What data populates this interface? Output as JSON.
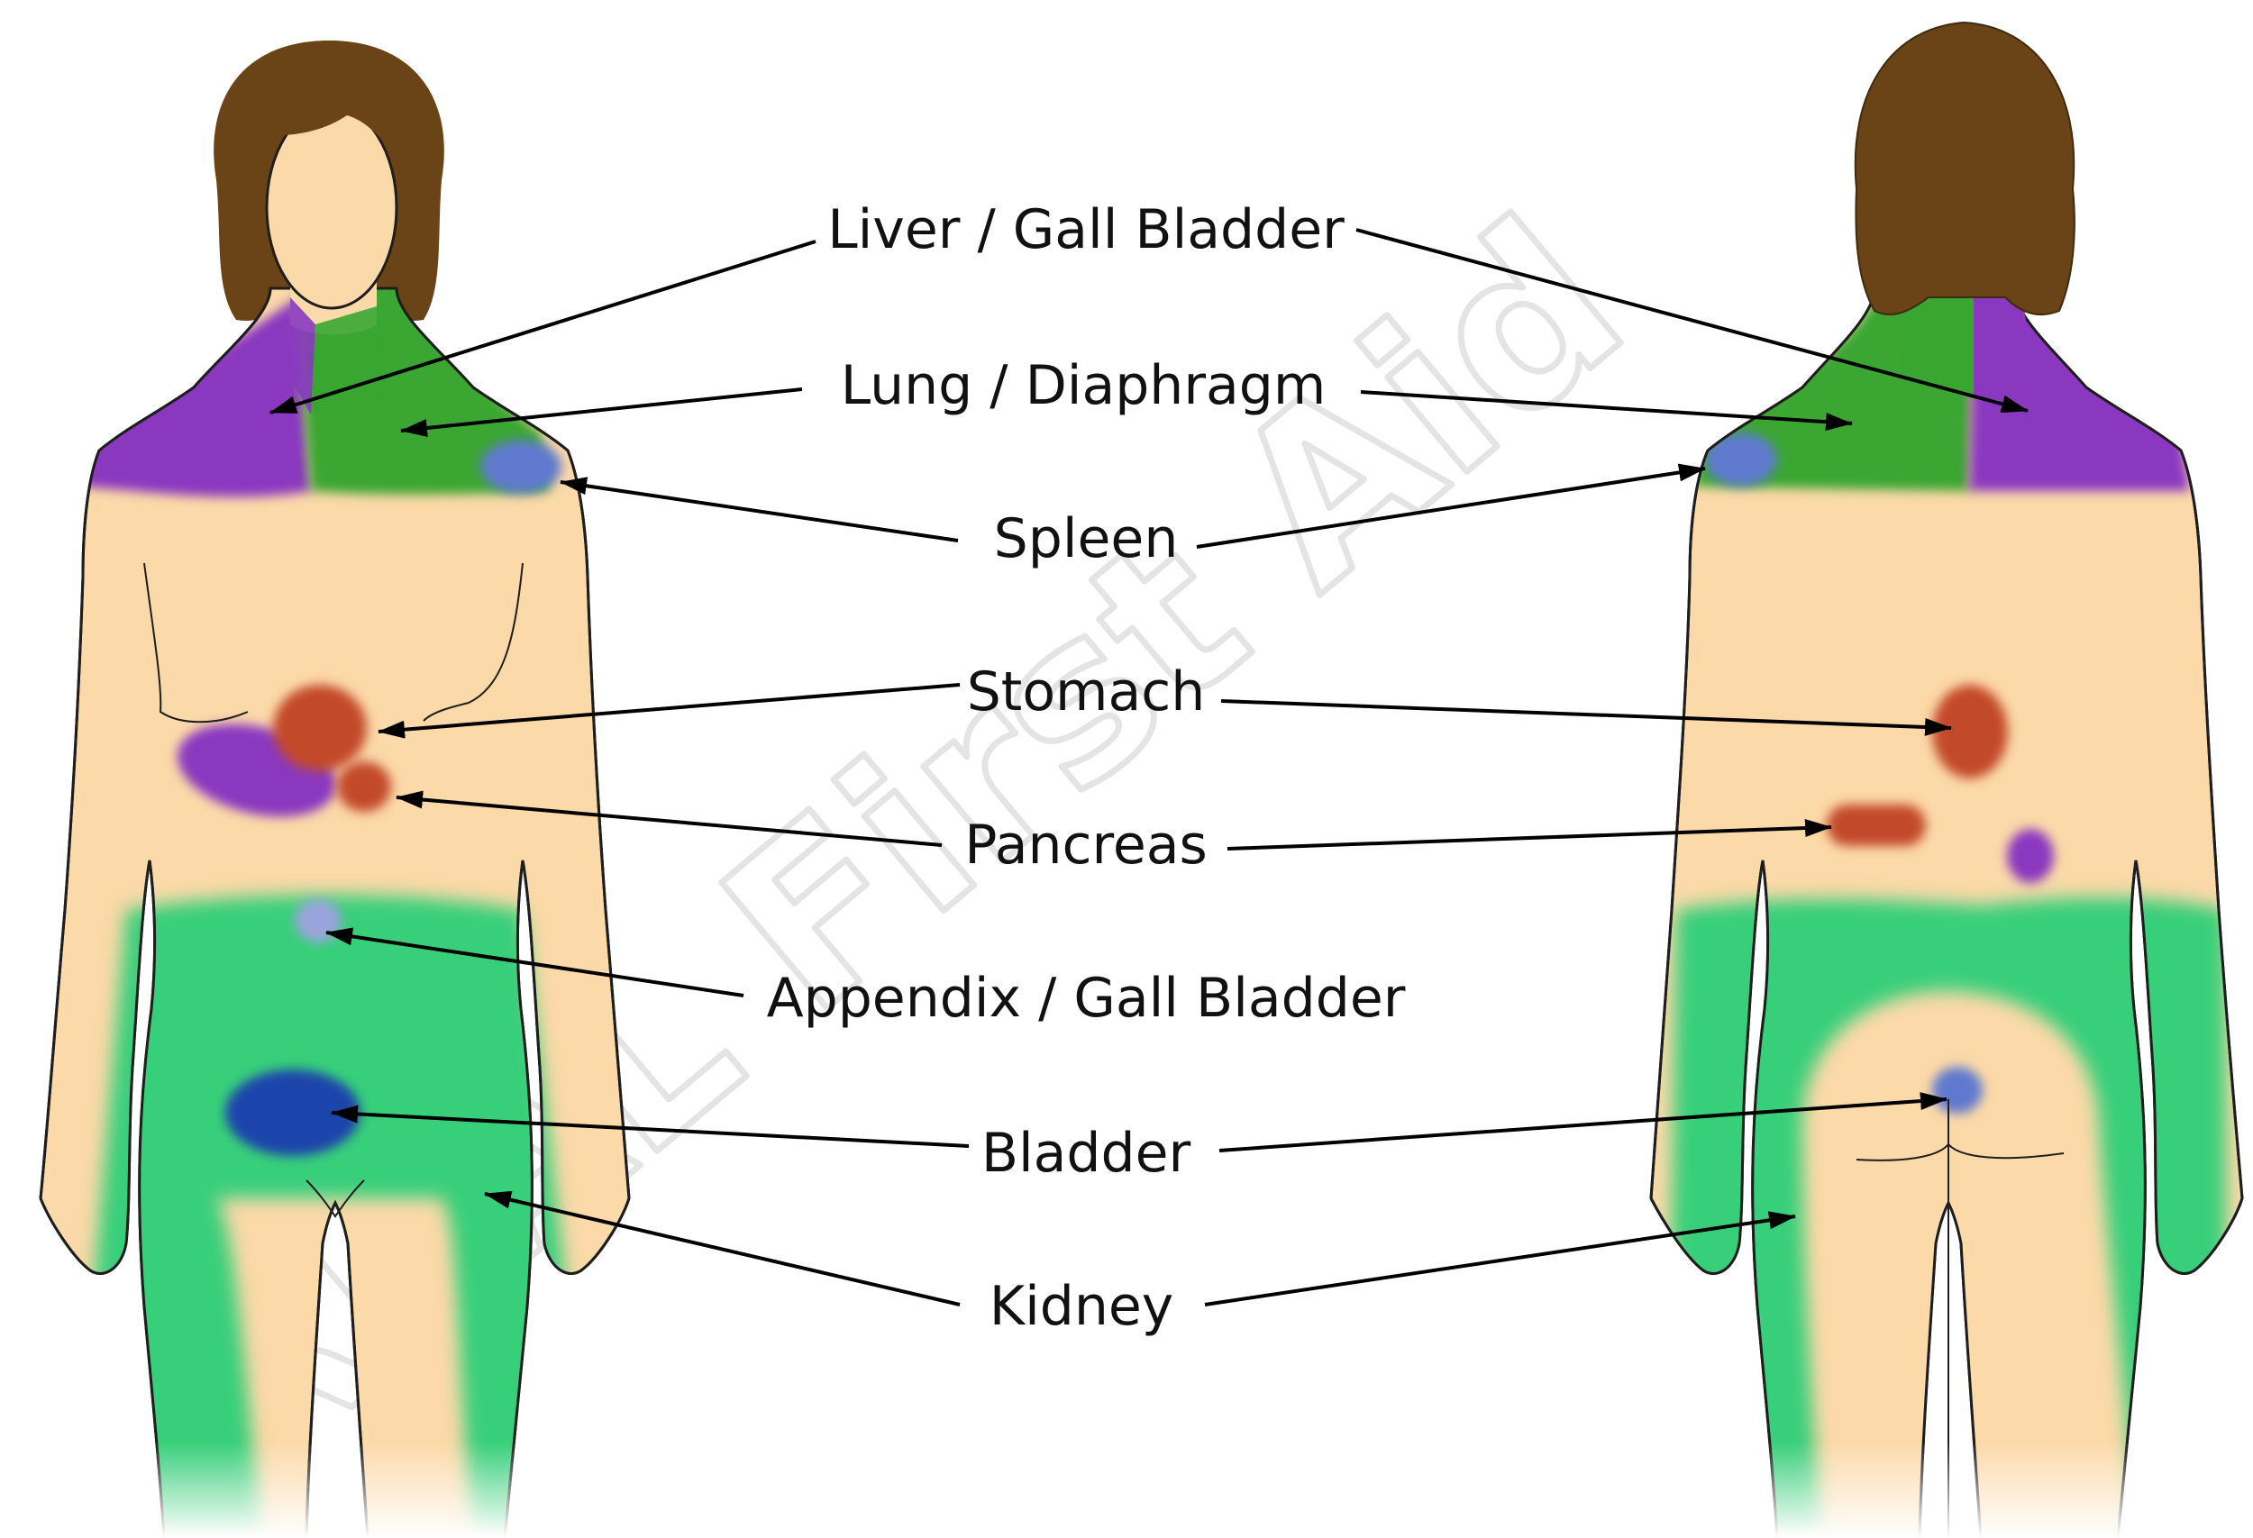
{
  "diagram": {
    "labels": {
      "liver_gall_bladder": "Liver / Gall Bladder",
      "lung_diaphragm": "Lung / Diaphragm",
      "spleen": "Spleen",
      "stomach": "Stomach",
      "pancreas": "Pancreas",
      "appendix_gall_bladder": "Appendix / Gall Bladder",
      "bladder": "Bladder",
      "kidney": "Kidney"
    },
    "watermark_logo": "REAL First Aid",
    "colors": {
      "skin": "#fcd9a8",
      "hair": "#6a4416",
      "outline": "#1e1e1e",
      "liver_purple": "#8a38c0",
      "lung_green": "#3aa632",
      "spleen_blue": "#5f79cf",
      "stomach_red": "#c2492c",
      "appendix_lavender": "#9aa4dc",
      "bladder_blue": "#1c45ac",
      "kidney_green": "#37cf7a",
      "arrow": "#000000"
    }
  }
}
